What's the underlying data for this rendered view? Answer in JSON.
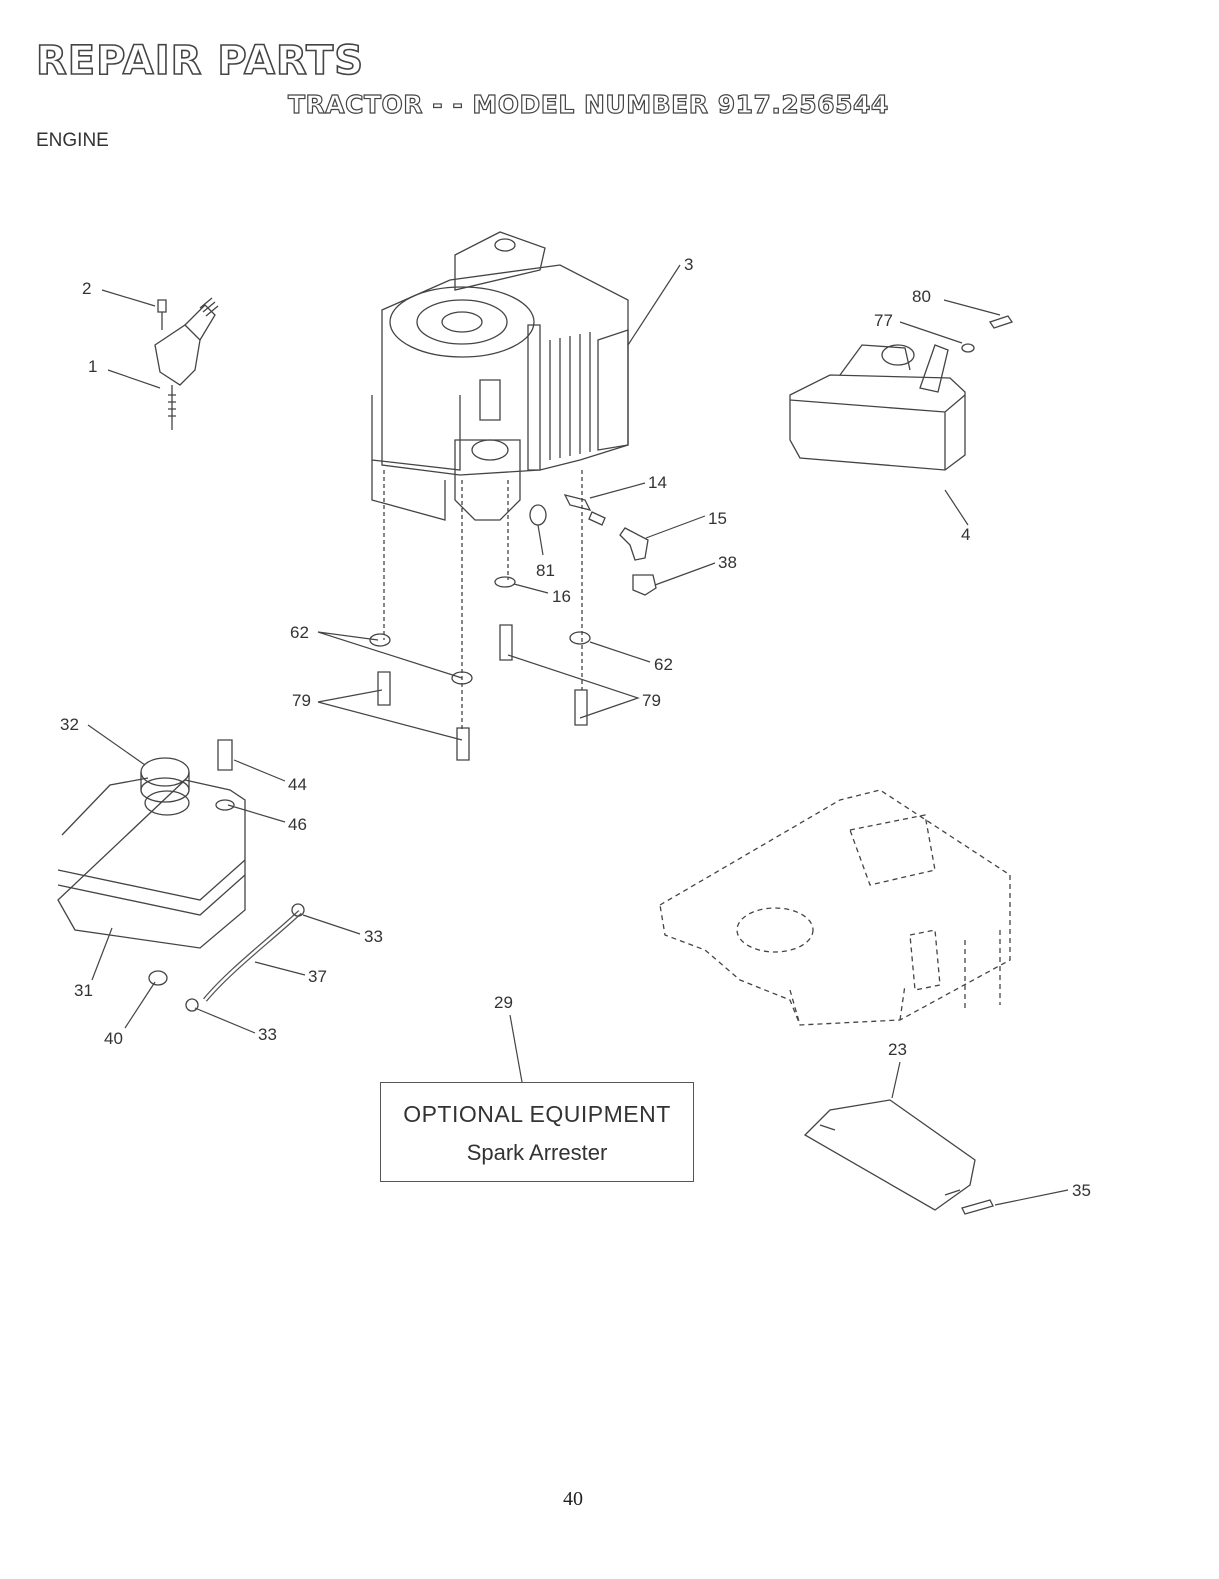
{
  "header": {
    "title": "REPAIR PARTS",
    "subtitle": "TRACTOR - - MODEL NUMBER 917.256544",
    "section": "ENGINE"
  },
  "optional_box": {
    "title": "OPTIONAL EQUIPMENT",
    "subtitle": "Spark Arrester"
  },
  "callouts": [
    "1",
    "2",
    "3",
    "4",
    "14",
    "15",
    "16",
    "23",
    "29",
    "31",
    "32",
    "33",
    "33",
    "35",
    "37",
    "38",
    "40",
    "44",
    "46",
    "62",
    "62",
    "77",
    "79",
    "79",
    "80",
    "81"
  ],
  "page_number": "40"
}
